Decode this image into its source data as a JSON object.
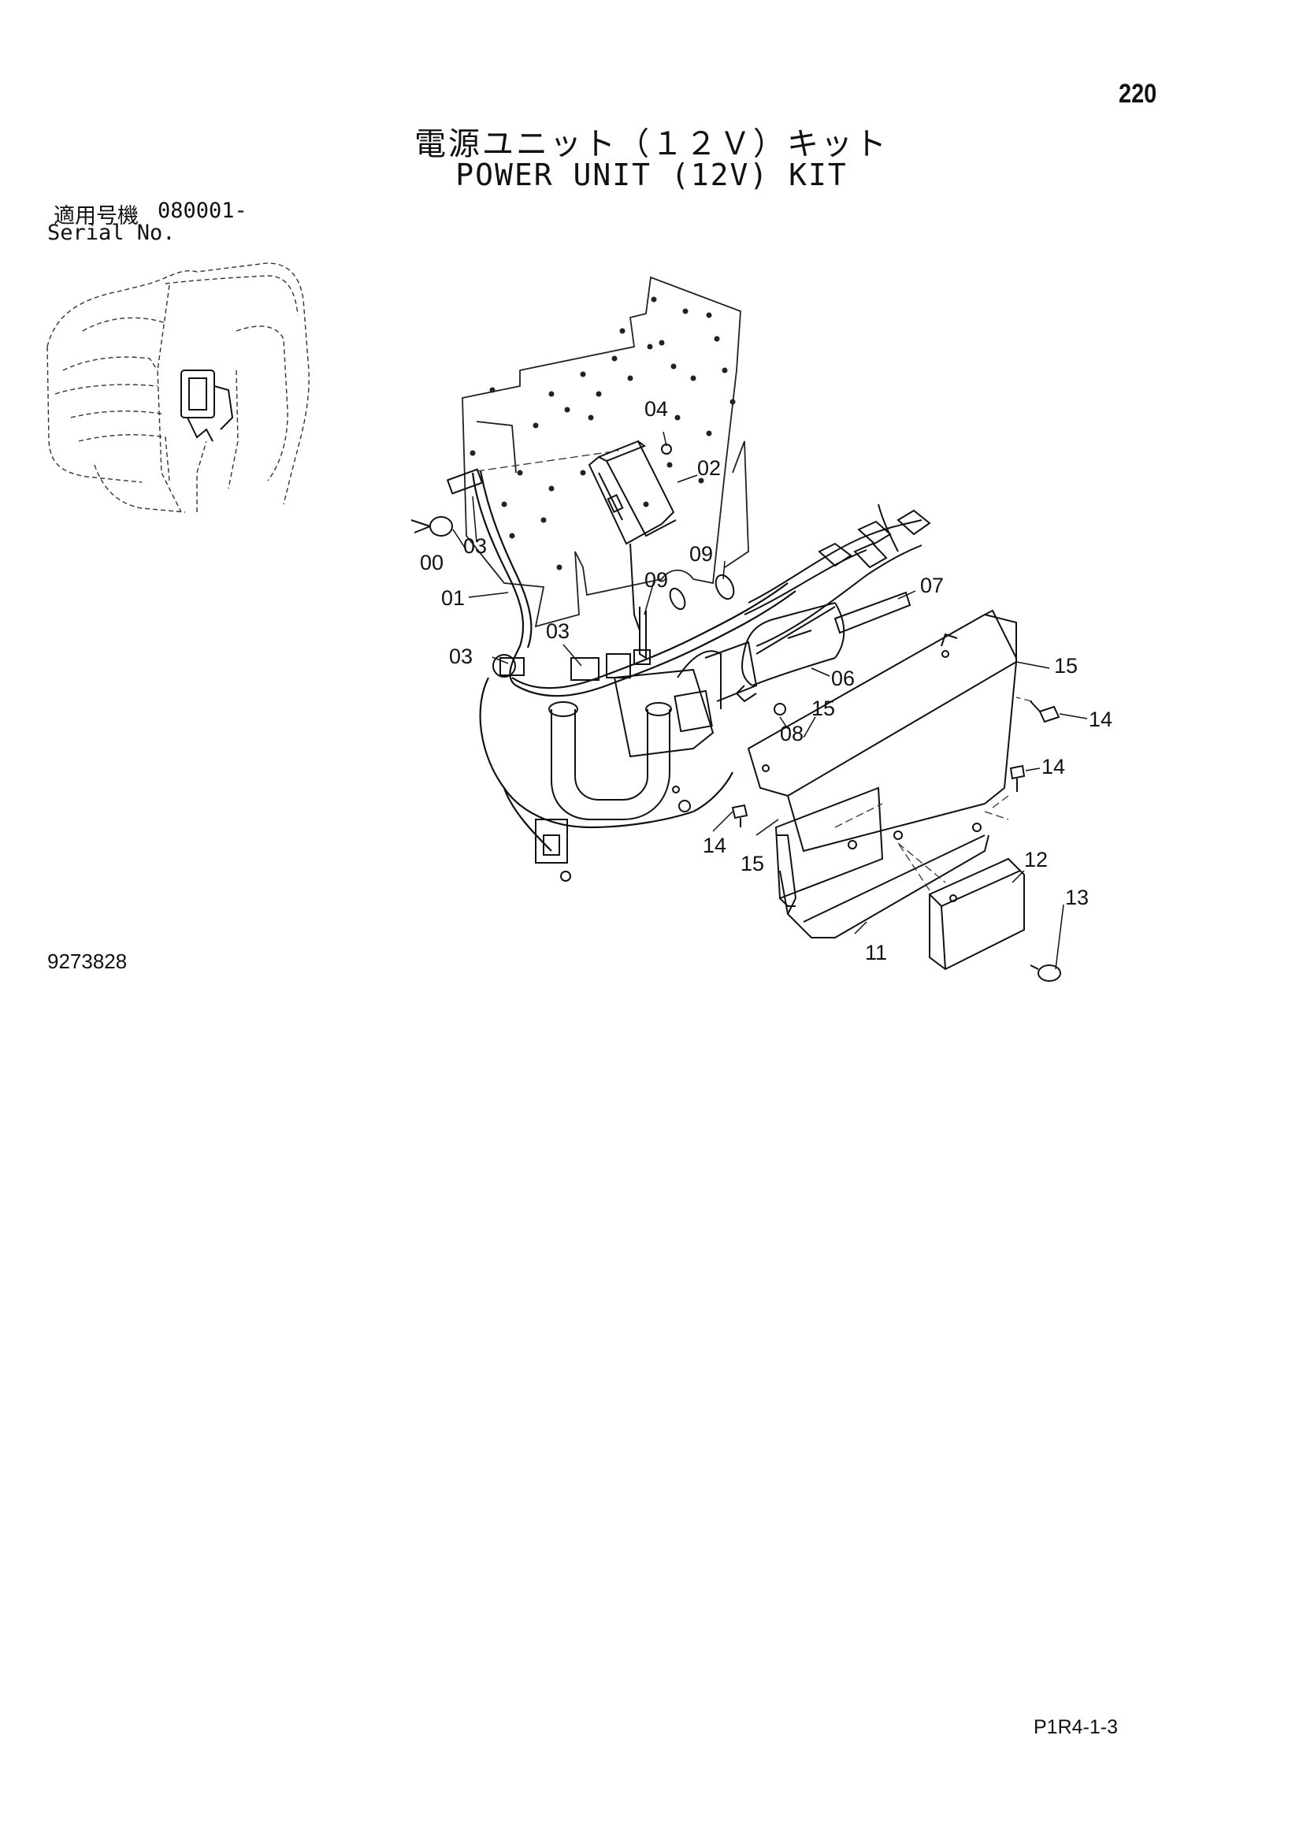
{
  "header": {
    "page_number": "220",
    "title_jp": "電源ユニット（１２Ｖ）キット",
    "title_en": "POWER UNIT (12V) KIT",
    "serial_label_jp": "適用号機",
    "serial_range": "080001-",
    "serial_label_en": "Serial No."
  },
  "diagram": {
    "callouts": [
      "04",
      "02",
      "00",
      "03",
      "01",
      "03",
      "09",
      "09",
      "07",
      "03",
      "06",
      "15",
      "14",
      "15",
      "08",
      "14",
      "14",
      "15",
      "12",
      "13",
      "11"
    ]
  },
  "footer": {
    "drawing_number": "9273828",
    "page_code": "P1R4-1-3"
  }
}
